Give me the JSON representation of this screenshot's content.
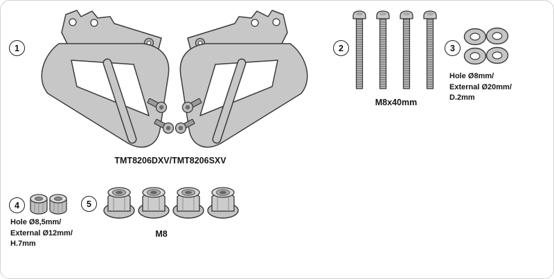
{
  "diagram": {
    "parts": [
      {
        "number": "1",
        "label": "TMT8206DXV/TMT8206SXV"
      },
      {
        "number": "2",
        "label": "M8x40mm"
      },
      {
        "number": "3",
        "spec_lines": [
          "Hole Ø8mm/",
          "External Ø20mm/",
          "D.2mm"
        ]
      },
      {
        "number": "4",
        "spec_lines": [
          "Hole Ø8,5mm/",
          "External Ø12mm/",
          "H.7mm"
        ]
      },
      {
        "number": "5",
        "label": "M8"
      }
    ]
  }
}
